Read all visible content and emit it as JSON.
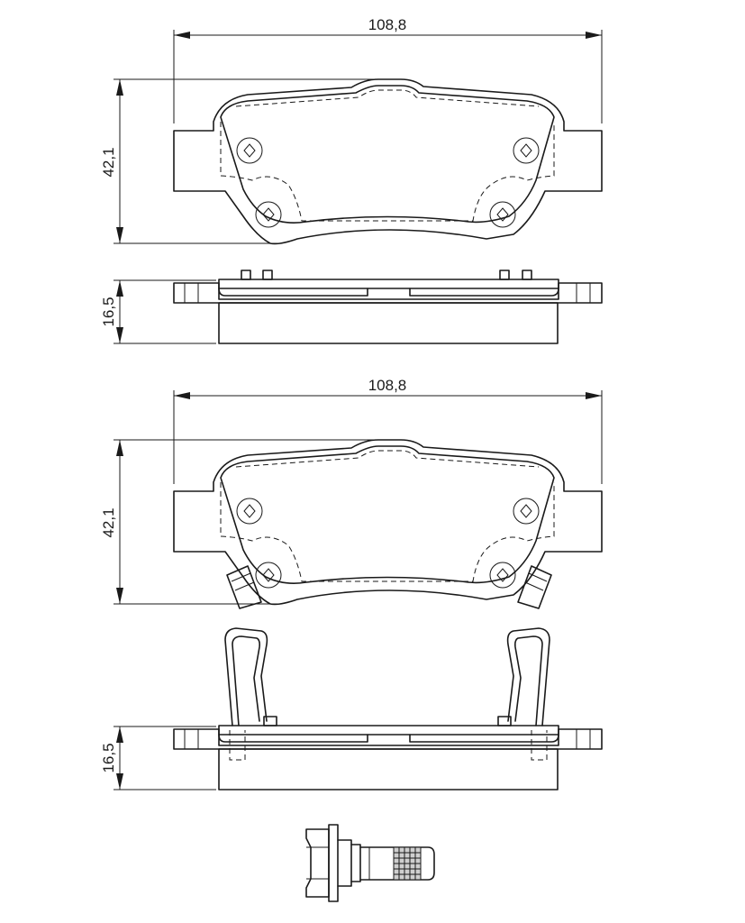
{
  "dimensions": {
    "top_width": "108,8",
    "top_height": "42,1",
    "top_thickness": "16,5",
    "bottom_width": "108,8",
    "bottom_height": "42,1",
    "bottom_thickness": "16,5"
  }
}
